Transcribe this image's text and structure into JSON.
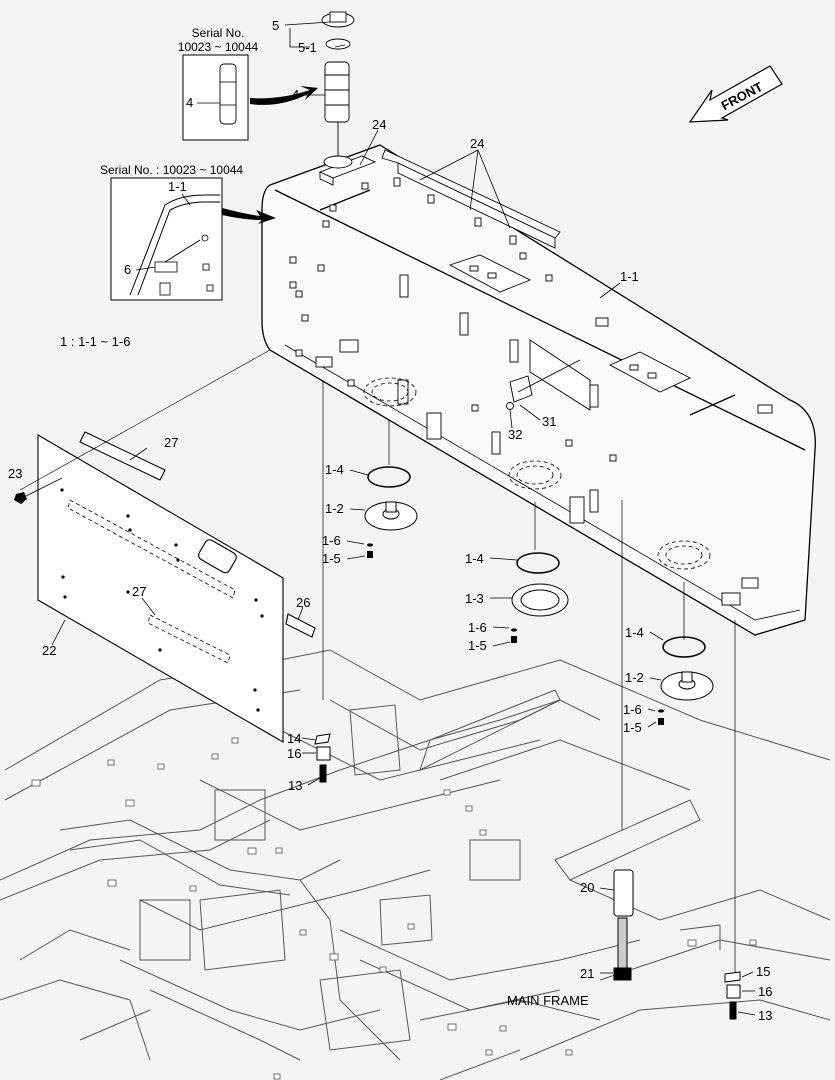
{
  "serial_box_top": {
    "line1": "Serial No.",
    "line2": "10023 ~ 10044",
    "part": "4"
  },
  "serial_box_left": {
    "line1": "Serial No. : 10023 ~ 10044",
    "part_a": "1-1",
    "part_b": "6"
  },
  "assembly_note": "1 : 1-1 ~ 1-6",
  "front_label": "FRONT",
  "main_frame_label": "MAIN FRAME",
  "callouts": {
    "p5": "5",
    "p5_1": "5-1",
    "p4": "4",
    "p24a": "24",
    "p24b": "24",
    "p1_1": "1-1",
    "p31": "31",
    "p32": "32",
    "p27a": "27",
    "p27b": "27",
    "p23": "23",
    "p22": "22",
    "p26": "26",
    "p1_4a": "1-4",
    "p1_2a": "1-2",
    "p1_6a": "1-6",
    "p1_5a": "1-5",
    "p1_4b": "1-4",
    "p1_3": "1-3",
    "p1_6b": "1-6",
    "p1_5b": "1-5",
    "p1_4c": "1-4",
    "p1_2c": "1-2",
    "p1_6c": "1-6",
    "p1_5c": "1-5",
    "p14": "14",
    "p16a": "16",
    "p13a": "13",
    "p20": "20",
    "p21": "21",
    "p15": "15",
    "p16b": "16",
    "p13b": "13"
  }
}
